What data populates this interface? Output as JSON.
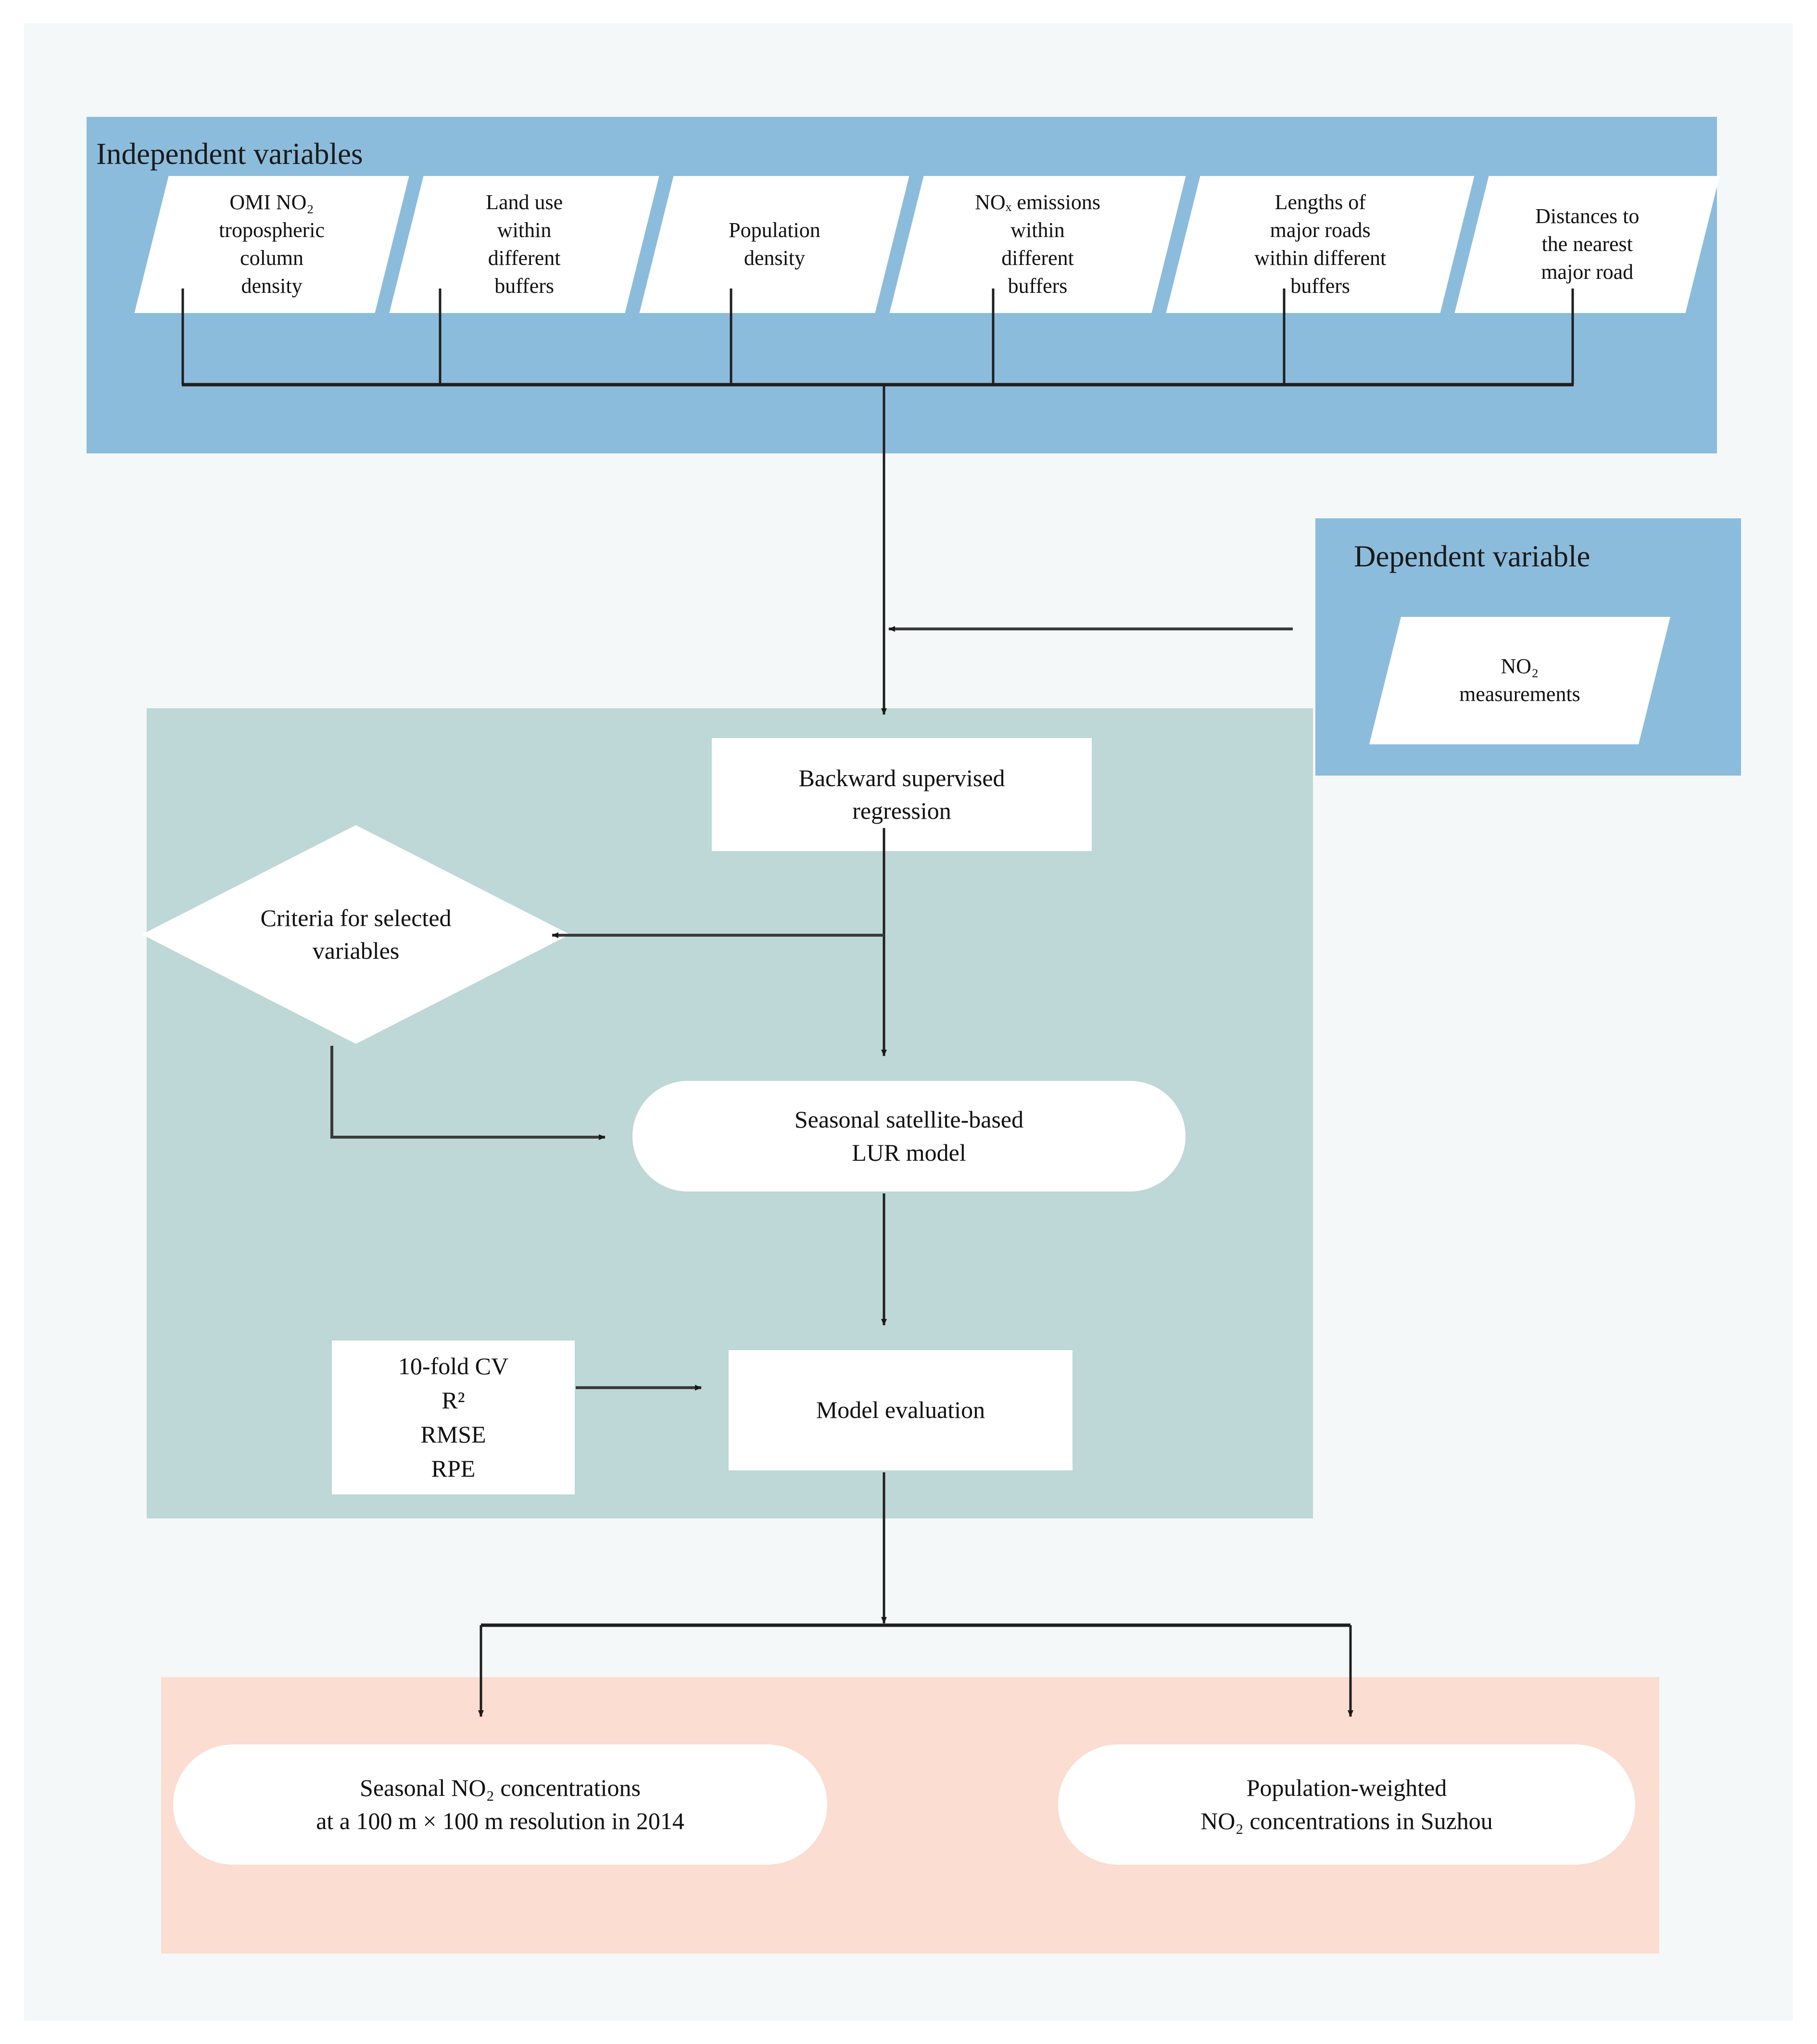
{
  "diagram": {
    "title_independent": "Independent variables",
    "title_dependent": "Dependent variable",
    "independent_variables": [
      "OMI NO₂\ntropospheric\ncolumn\ndensity",
      "Land use\nwithin\ndifferent\nbuffers",
      "Population\ndensity",
      "NOₓ emissions\nwithin\ndifferent\nbuffers",
      "Lengths of\nmajor roads\nwithin different\nbuffers",
      "Distances to\nthe nearest\nmajor road"
    ],
    "dependent_variable": "NO₂\nmeasurements",
    "process": {
      "regression": "Backward supervised\nregression",
      "criteria": "Criteria for selected\nvariables",
      "lur_model": "Seasonal satellite-based\nLUR model",
      "metrics": "10-fold CV\nR²\nRMSE\nRPE",
      "evaluation": "Model evaluation"
    },
    "outputs": [
      "Seasonal NO₂ concentrations\nat a 100 m × 100 m resolution  in 2014",
      "Population-weighted\nNO₂  concentrations in Suzhou"
    ],
    "colors": {
      "independent_band": "#8cbcdc",
      "dependent_band": "#8cbcdc",
      "model_band": "#bdd8d6",
      "output_band": "#fbddd1",
      "shape_fill": "#ffffff",
      "connector": "#333333",
      "canvas": "#f5f8f8"
    }
  }
}
